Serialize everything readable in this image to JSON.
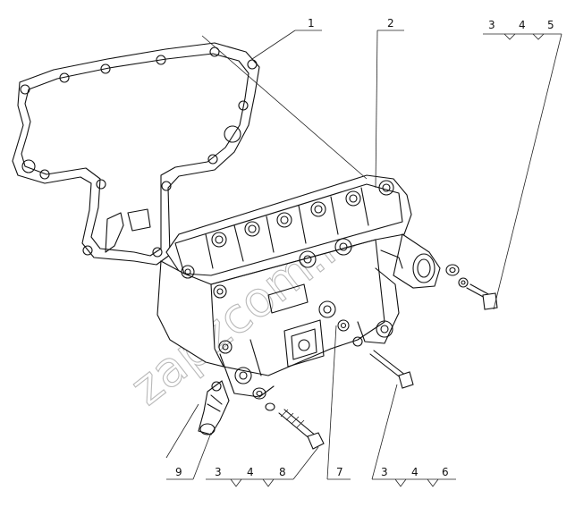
{
  "watermark": "zapzcom.ru",
  "callouts": {
    "c1": "1",
    "c2": "2",
    "c3_tr": "3",
    "c4_tr": "4",
    "c5_tr": "5",
    "c9": "9",
    "c3_bl": "3",
    "c4_bl": "4",
    "c8_bl": "8",
    "c7": "7",
    "c3_br": "3",
    "c4_br": "4",
    "c6_br": "6"
  },
  "icons": {
    "gasket": "gasket-outline",
    "housing": "oil-cooler-housing",
    "bolt": "bolt-icon",
    "washer": "washer-icon",
    "fitting": "pipe-fitting-icon"
  }
}
